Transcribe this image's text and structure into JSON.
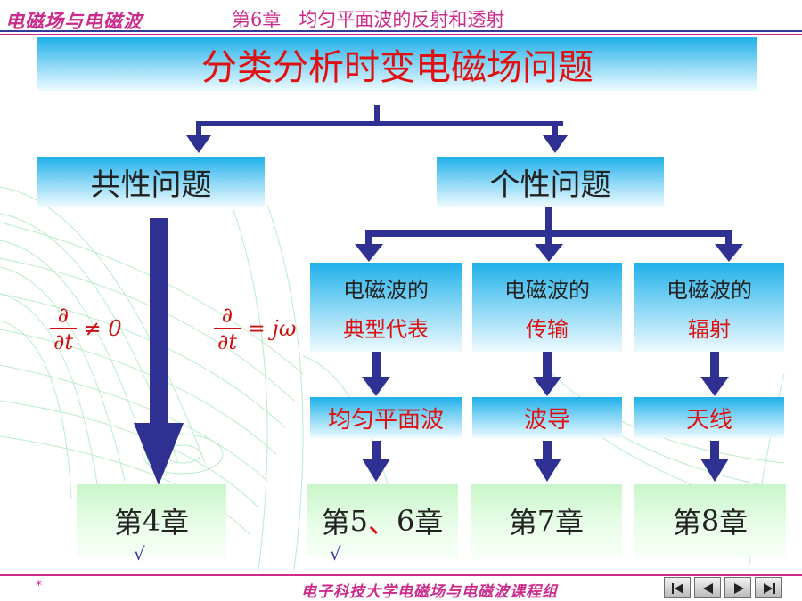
{
  "header": {
    "course": "电磁场与电磁波",
    "chapter_prefix": "第",
    "chapter_num": "6",
    "chapter_suffix": "章",
    "chapter_title": "均匀平面波的反射和透射"
  },
  "title": "分类分析时变电磁场问题",
  "branches": {
    "common": "共性问题",
    "specific": "个性问题"
  },
  "categories": [
    {
      "line1": "电磁波的",
      "line2": "典型代表"
    },
    {
      "line1": "电磁波的",
      "line2": "传输"
    },
    {
      "line1": "电磁波的",
      "line2": "辐射"
    }
  ],
  "subtopics": [
    "均匀平面波",
    "波导",
    "天线"
  ],
  "chapters": [
    {
      "prefix": "第",
      "num": "4",
      "suffix": "章"
    },
    {
      "prefix": "第",
      "num": "5",
      "sep": "、",
      "num2": "6",
      "suffix": "章"
    },
    {
      "prefix": "第",
      "num": "7",
      "suffix": "章"
    },
    {
      "prefix": "第",
      "num": "8",
      "suffix": "章"
    }
  ],
  "checkmark": "√",
  "formulas": {
    "f1": {
      "num": "∂",
      "den": "∂t",
      "rhs": "≠ 0"
    },
    "f2": {
      "num": "∂",
      "den": "∂t",
      "rhs": "= jω"
    }
  },
  "footer": {
    "star": "*",
    "text": "电子科技大学电磁场与电磁波课程组"
  },
  "nav": [
    "first-icon",
    "prev-icon",
    "next-icon",
    "last-icon"
  ],
  "colors": {
    "accent": "#cc2b8c",
    "arrow": "#2e3192",
    "highlight": "#e01010"
  }
}
